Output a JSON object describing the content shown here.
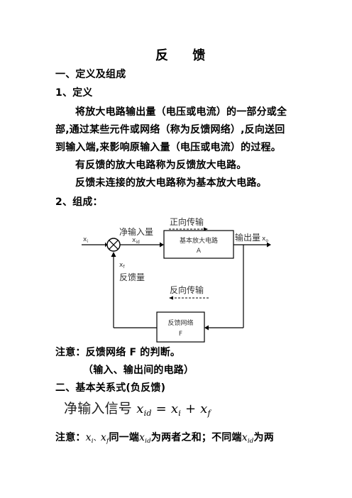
{
  "doc": {
    "title": "反 馈",
    "s1_heading": "一、定义及组成",
    "s1_sub1": "1、定义",
    "def_line1": "将放大电路输出量（电压或电流）的一部分或全",
    "def_line2": "部,通过某些元件或网络（称为反馈网络）,反向送回",
    "def_line3": "到输入端,来影响原输入量（电压或电流）的过程。",
    "def_line4": "有反馈的放大电路称为反馈放大电路。",
    "def_line5": "反馈未连接的放大电路称为基本放大电路。",
    "s1_sub2": "2、组成：",
    "note1": "注意：反馈网络 F 的判断。",
    "note1_paren": "（输入、输出间的电路）",
    "s2_heading": "二、基本关系式(负反馈)",
    "formula_label": "净输入信号",
    "note2_prefix": "注意：",
    "note2_sep": "、",
    "note2_mid": "同一端",
    "note2_mid2": "为两者之和；不同端",
    "note2_end": "为两"
  },
  "diagram": {
    "forward_label": "正向传输",
    "net_input_label": "净输入量",
    "xi_label": "x",
    "xi_sub": "i",
    "xid_label": "x",
    "xid_sub": "id",
    "amp_line1": "基本放大电路",
    "amp_line2": "A",
    "output_label": "输出量",
    "xo_label": "x",
    "xo_sub": "o",
    "xf_label": "x",
    "xf_sub": "f",
    "feedback_qty_label": "反馈量",
    "reverse_label": "反向传输",
    "fb_line1": "反馈网络",
    "fb_line2": "F"
  },
  "math": {
    "x": "x",
    "id": "id",
    "i": "i",
    "f": "f",
    "eq": " = ",
    "plus": " + "
  }
}
